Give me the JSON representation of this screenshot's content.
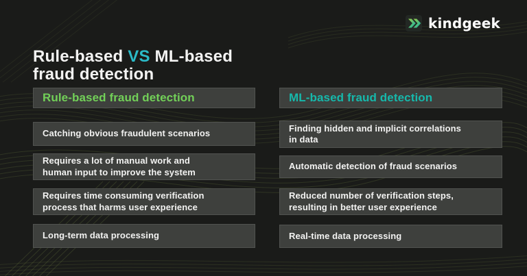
{
  "brand": {
    "name": "kindgeek",
    "icon": "double-chevron-right"
  },
  "title": {
    "line1_pre": "Rule-based ",
    "vs": "VS",
    "line1_post": " ML-based",
    "line2": "fraud detection"
  },
  "colors": {
    "page_bg": "#1a1b19",
    "box_bg": "#3e403d",
    "text": "#f2f2f1",
    "green": "#72d058",
    "teal": "#16b8ab",
    "vs_cyan": "#2bbac7",
    "wave_olive": "#68773f",
    "logo_gradient_start": "#9ed04c",
    "logo_gradient_end": "#0fb0a6"
  },
  "columns": {
    "left": {
      "header": "Rule-based fraud detection",
      "rows": [
        "Catching obvious fraudulent scenarios",
        "Requires a lot of manual work and\nhuman input to improve the system",
        "Requires time consuming verification\nprocess that harms user experience",
        "Long-term data processing"
      ]
    },
    "right": {
      "header": "ML-based fraud detection",
      "rows": [
        "Finding hidden and implicit correlations\nin data",
        "Automatic detection of fraud scenarios",
        "Reduced number of verification steps,\nresulting in better user experience",
        "Real-time data processing"
      ]
    }
  }
}
